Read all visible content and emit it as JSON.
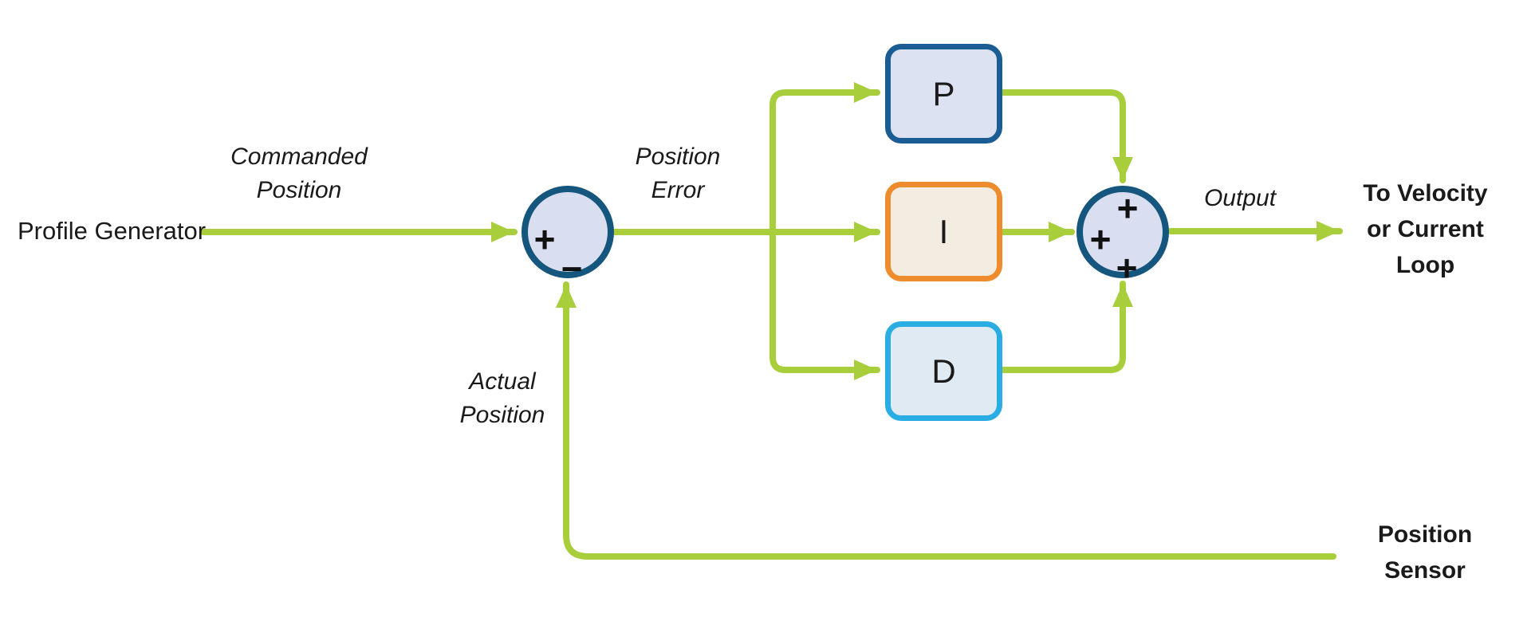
{
  "labels": {
    "profile_generator": "Profile Generator",
    "commanded_position": "Commanded\nPosition",
    "position_error": "Position\nError",
    "actual_position": "Actual\nPosition",
    "output": "Output",
    "to_velocity_or_current_loop": "To Velocity\nor Current\nLoop",
    "position_sensor": "Position\nSensor"
  },
  "blocks": [
    {
      "id": "proportional",
      "label": "P",
      "border_color": "#1a5d94",
      "fill_color": "#dde2f2"
    },
    {
      "id": "integral",
      "label": "I",
      "border_color": "#ee8b2c",
      "fill_color": "#f2ece1"
    },
    {
      "id": "derivative",
      "label": "D",
      "border_color": "#29ade3",
      "fill_color": "#dfeaf3"
    }
  ],
  "summing_junctions": [
    {
      "id": "error-junction",
      "signs": [
        "+",
        "−"
      ]
    },
    {
      "id": "pid-sum-junction",
      "signs": [
        "+",
        "+",
        "+"
      ]
    }
  ],
  "colors": {
    "connector_green": "#a8ce3c",
    "junction_border_blue": "#15567f",
    "junction_fill": "#d9def0",
    "text": "#1a1a1a",
    "background": "#ffffff"
  }
}
